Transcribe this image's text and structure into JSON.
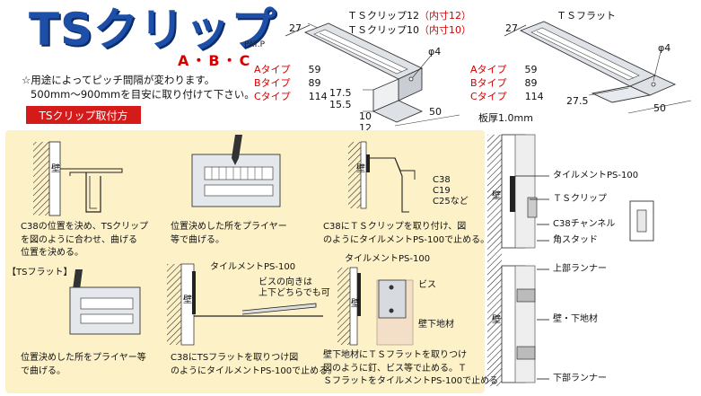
{
  "header": {
    "title": "TSクリップ",
    "pat": "PAT.P",
    "types": "A・B・C",
    "note_line1": "☆用途によってピッチ間隔が変わります。",
    "note_line2": "500mm～900mmを目安に取り付けて下さい。",
    "install_button": "TSクリップ取付方"
  },
  "clip_spec": {
    "title_line1_black": "ＴＳクリップ12",
    "title_line1_red": "（内寸12）",
    "title_line2_black": "ＴＳクリップ10",
    "title_line2_red": "（内寸10）",
    "dim_width": "27",
    "dim_hole": "φ4",
    "dim_17_5": "17.5",
    "dim_15_5": "15.5",
    "dim_10": "10",
    "dim_12": "12",
    "dim_50": "50",
    "types": [
      {
        "label": "Aタイプ",
        "value": "59"
      },
      {
        "label": "Bタイプ",
        "value": "89"
      },
      {
        "label": "Cタイプ",
        "value": "114"
      }
    ]
  },
  "flat_spec": {
    "title": "ＴＳフラット",
    "dim_width": "27",
    "dim_hole": "φ4",
    "dim_27_5": "27.5",
    "dim_50": "50",
    "thickness": "板厚1.0mm",
    "types": [
      {
        "label": "Aタイプ",
        "value": "59"
      },
      {
        "label": "Bタイプ",
        "value": "89"
      },
      {
        "label": "Cタイプ",
        "value": "114"
      }
    ]
  },
  "steps": {
    "wall": "壁",
    "step1_caption": [
      "C38の位置を決め、TSクリップ",
      "を図のように合わせ、曲げる",
      "位置を決める。"
    ],
    "step2_caption": [
      "位置決めした所をプライヤー",
      "等で曲げる。"
    ],
    "step3_caption": [
      "C38にＴＳクリップを取り付け、図",
      "のようにタイルメントPS-100で止める。"
    ],
    "step3_channels": [
      "C38",
      "C19",
      "C25など"
    ],
    "flat_label": "【TSフラット】",
    "step4_caption": [
      "位置決めした所をプライヤー等",
      "で曲げる。"
    ],
    "step5_caption": [
      "C38にTSフラットを取りつけ図",
      "のようにタイルメントPS-100で止める。"
    ],
    "step5_tilement": "タイルメントPS-100",
    "step5_screw_note": [
      "ビスの向きは",
      "上下どちらでも可"
    ],
    "step6_tilement": "タイルメントPS-100",
    "step6_screw": "ビス",
    "step6_base": "壁下地材",
    "step6_caption": [
      "壁下地材にＴＳフラットを取りつけ",
      "図のように釘、ビス等で止める。Ｔ",
      "ＳフラットをタイルメントPS-100で止める"
    ]
  },
  "right_diagram": {
    "wall1": "壁",
    "wall2": "壁",
    "labels": [
      "タイルメントPS-100",
      "ＴＳクリップ",
      "C38チャンネル",
      "角スタッド",
      "上部ランナー",
      "壁・下地材",
      "下部ランナー"
    ]
  }
}
